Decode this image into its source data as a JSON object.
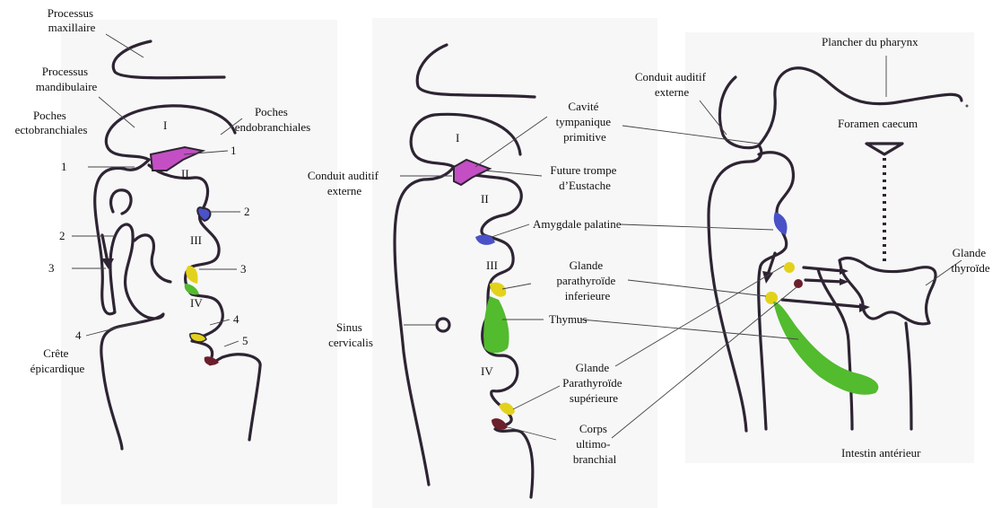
{
  "colors": {
    "outline": "#2e2433",
    "pouch_1_pink": "#c44fc4",
    "pouch_2_blue": "#4a52c8",
    "parathyroid_yellow": "#e3d21b",
    "thymus_green": "#52bb2e",
    "ultimobranchial_dark": "#6b1f2a"
  },
  "panel_left": {
    "processus_maxillaire": [
      "Processus",
      "maxillaire"
    ],
    "processus_mandibulaire": [
      "Processus",
      "mandibulaire"
    ],
    "poches_ectobranchiales": [
      "Poches",
      "ectobranchiales"
    ],
    "poches_endobranchiales": [
      "Poches",
      "endobranchiales"
    ],
    "crete_epicardique": [
      "Crête",
      "épicardique"
    ],
    "ecto_numbers": [
      "1",
      "2",
      "3",
      "4"
    ],
    "endo_numbers": [
      "1",
      "2",
      "3",
      "4",
      "5"
    ],
    "arches": [
      "I",
      "II",
      "III",
      "IV"
    ]
  },
  "panel_middle": {
    "cavite_tympanique": [
      "Cavité",
      "tympanique",
      "primitive"
    ],
    "conduit_auditif": [
      "Conduit auditif",
      "externe"
    ],
    "future_trompe": [
      "Future trompe",
      "d’Eustache"
    ],
    "amygdale_palatine": "Amygdale palatine",
    "glande_parathyroide_inf": [
      "Glande",
      "parathyroïde",
      "inferieure"
    ],
    "thymus": "Thymus",
    "sinus_cervicalis": [
      "Sinus",
      "cervicalis"
    ],
    "glande_parathyroide_sup": [
      "Glande",
      "Parathyroïde",
      "supérieure"
    ],
    "corps_ultimobranchial": [
      "Corps",
      "ultimo-",
      "branchial"
    ],
    "arches": [
      "I",
      "II",
      "III",
      "IV"
    ]
  },
  "panel_right": {
    "plancher_pharynx": "Plancher du pharynx",
    "conduit_auditif": [
      "Conduit auditif",
      "externe"
    ],
    "foramen_caecum": "Foramen caecum",
    "glande_thyroide": [
      "Glande",
      "thyroïde"
    ],
    "intestin_anterieur": "Intestin antérieur"
  }
}
